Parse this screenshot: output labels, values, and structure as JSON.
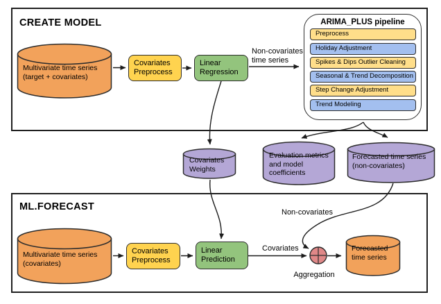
{
  "colors": {
    "orange": "#F2A25B",
    "flow_yellow": "#FFD34F",
    "pipeline_yellow": "#FFDE8A",
    "pipeline_blue": "#A3BFEF",
    "green": "#93C47D",
    "purple": "#B4A7D6",
    "aggregation_pink": "#E08888",
    "border": "#2d2d2d"
  },
  "create_model": {
    "title": "CREATE MODEL",
    "source": "Multivariate time series\n(target + covariates)",
    "preprocess": "Covariates\nPreprocess",
    "regression": "Linear\nRegression",
    "arrow_label": "Non-covariates\ntime series",
    "pipeline": {
      "title": "ARIMA_PLUS pipeline",
      "steps": [
        {
          "label": "Preprocess",
          "color": "yellow"
        },
        {
          "label": "Holiday Adjustment",
          "color": "blue"
        },
        {
          "label": "Spikes & Dips Outlier Cleaning",
          "color": "yellow"
        },
        {
          "label": "Seasonal & Trend Decomposition",
          "color": "blue"
        },
        {
          "label": "Step Change Adjustment",
          "color": "yellow"
        },
        {
          "label": "Trend Modeling",
          "color": "blue"
        }
      ]
    }
  },
  "outputs": {
    "weights": "Covariates\nWeights",
    "evaluation": "Evaluation metrics\nand model\ncoefficients",
    "forecast_noncov": "Forecasted time series\n(non-covariates)"
  },
  "ml_forecast": {
    "title": "ML.FORECAST",
    "source": "Multivariate time series\n(covariates)",
    "preprocess": "Covariates\nPreprocess",
    "prediction": "Linear\nPrediction",
    "covariates_label": "Covariates",
    "noncovariates_label": "Non-covariates",
    "aggregation_label": "Aggregation",
    "result": "Forecasted\ntime series"
  }
}
